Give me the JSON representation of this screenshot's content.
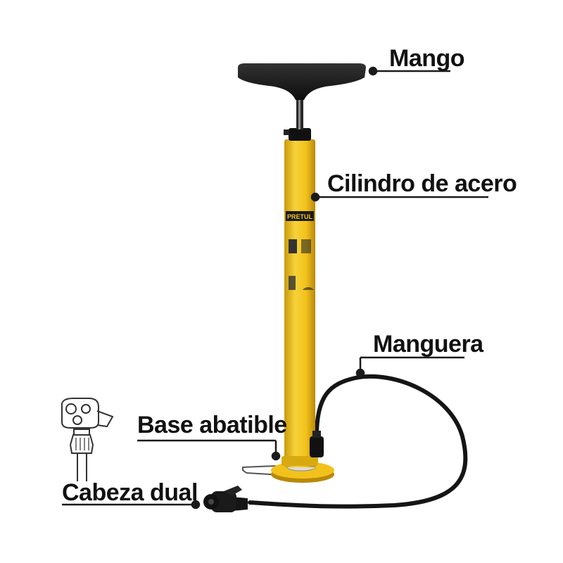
{
  "labels": {
    "handle": "Mango",
    "cylinder": "Cilindro de acero",
    "hose": "Manguera",
    "base": "Base abatible",
    "head": "Cabeza dual"
  },
  "brand": "PRETUL",
  "colors": {
    "body_yellow": "#f2c21b",
    "body_shadow": "#c99a0c",
    "black": "#111111",
    "line": "#1a1a1a"
  }
}
